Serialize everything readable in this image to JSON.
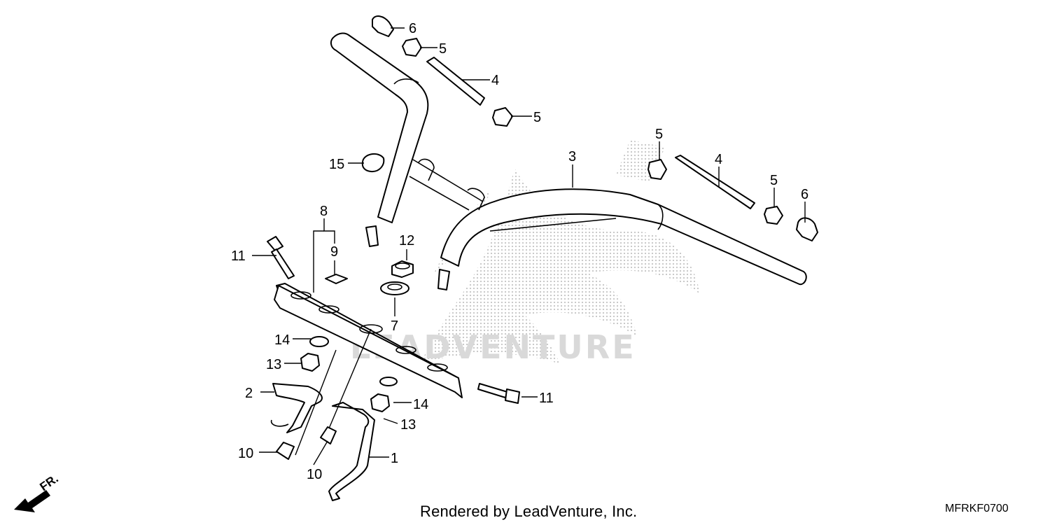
{
  "diagram": {
    "callouts": {
      "c1": "1",
      "c2": "2",
      "c3": "3",
      "c4a": "4",
      "c4b": "4",
      "c5a": "5",
      "c5b": "5",
      "c5c": "5",
      "c5d": "5",
      "c6a": "6",
      "c6b": "6",
      "c7": "7",
      "c8": "8",
      "c9": "9",
      "c10a": "10",
      "c10b": "10",
      "c11a": "11",
      "c11b": "11",
      "c12": "12",
      "c13a": "13",
      "c13b": "13",
      "c14a": "14",
      "c14b": "14",
      "c15": "15"
    },
    "watermark_text": "LEADVENTURE",
    "direction_label": "FR."
  },
  "footer": {
    "credit": "Rendered by LeadVenture, Inc.",
    "diagram_code": "MFRKF0700"
  },
  "colors": {
    "line": "#000000",
    "watermark": "#d9d9d9",
    "background": "#ffffff"
  }
}
